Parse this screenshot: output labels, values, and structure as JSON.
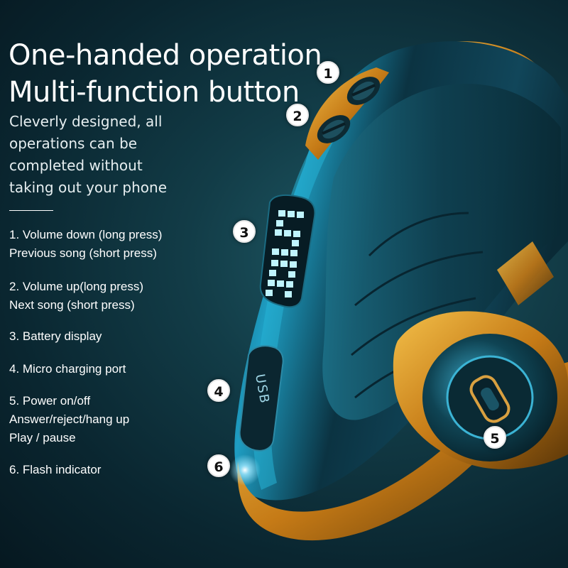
{
  "headline": {
    "line1": "One-handed operation",
    "line2": "Multi-function button"
  },
  "subtitle": [
    "Cleverly designed, all",
    "operations can be",
    "completed without",
    "taking out your phone"
  ],
  "features": [
    {
      "lines": [
        "1. Volume down (long press)",
        "Previous song (short press)"
      ]
    },
    {
      "lines": [
        "2. Volume up(long press)",
        "Next song (short press)"
      ]
    },
    {
      "lines": [
        "3. Battery display"
      ]
    },
    {
      "lines": [
        "4. Micro charging port"
      ]
    },
    {
      "lines": [
        "5. Power on/off",
        "Answer/reject/hang up",
        "Play / pause"
      ]
    },
    {
      "lines": [
        "6. Flash indicator"
      ]
    }
  ],
  "device": {
    "display_digits": "58",
    "port_label": "USB"
  },
  "markers": [
    "1",
    "2",
    "3",
    "4",
    "5",
    "6"
  ],
  "colors": {
    "background": "#0a2630",
    "body_blue": "#1b8fb4",
    "body_gold": "#d99a2a",
    "display_glow": "#bff4ff"
  }
}
